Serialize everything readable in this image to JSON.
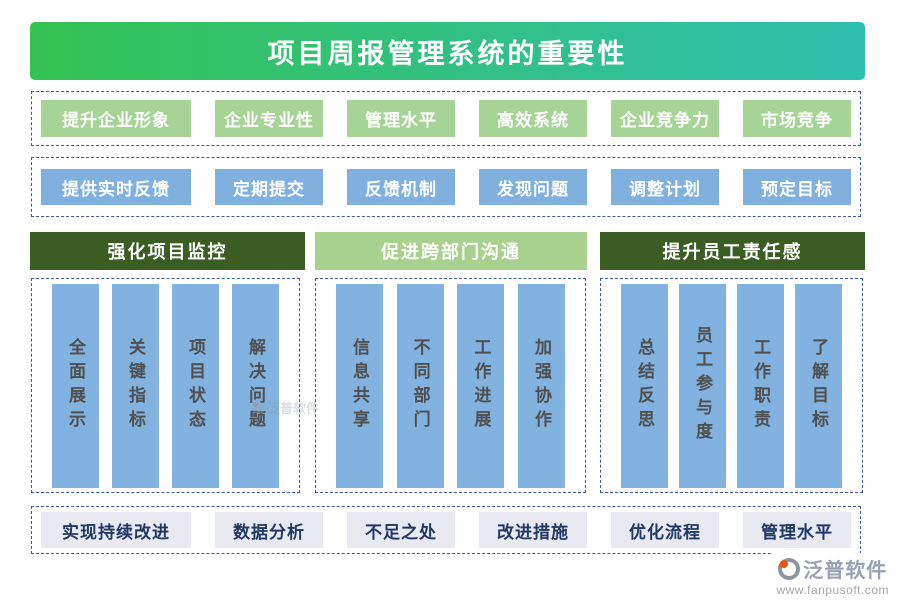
{
  "title": "项目周报管理系统的重要性",
  "top_row": {
    "items": [
      "提升企业形象",
      "企业专业性",
      "管理水平",
      "高效系统",
      "企业竞争力",
      "市场竞争"
    ]
  },
  "second_row": {
    "items": [
      "提供实时反馈",
      "定期提交",
      "反馈机制",
      "发现问题",
      "调整计划",
      "预定目标"
    ]
  },
  "sections": [
    {
      "header": "强化项目监控",
      "bars": [
        "全面展示",
        "关键指标",
        "项目状态",
        "解决问题"
      ]
    },
    {
      "header": "促进跨部门沟通",
      "bars": [
        "信息共享",
        "不同部门",
        "工作进展",
        "加强协作"
      ]
    },
    {
      "header": "提升员工责任感",
      "bars": [
        "总结反思",
        "员工参与度",
        "工作职责",
        "了解目标"
      ]
    }
  ],
  "bottom_row": {
    "items": [
      "实现持续改进",
      "数据分析",
      "不足之处",
      "改进措施",
      "优化流程",
      "管理水平"
    ]
  },
  "watermark": "泛普软件",
  "footer": {
    "brand": "泛普软件",
    "url": "www.fanpusoft.com"
  },
  "colors": {
    "banner_gradient_start": "#35c253",
    "banner_gradient_end": "#2fbfb0",
    "green_pill": "#a6d396",
    "blue_pill": "#7fb0de",
    "dark_header": "#3b5d23",
    "light_header": "#a9d18e",
    "bar_fill": "#82b2e0",
    "bar_text": "#4f4f4f",
    "bottom_pill_bg": "#e9e9f1",
    "navy_text": "#1f3864",
    "dashed_border": "#3a5a9e",
    "brand_orange": "#e8550f"
  }
}
